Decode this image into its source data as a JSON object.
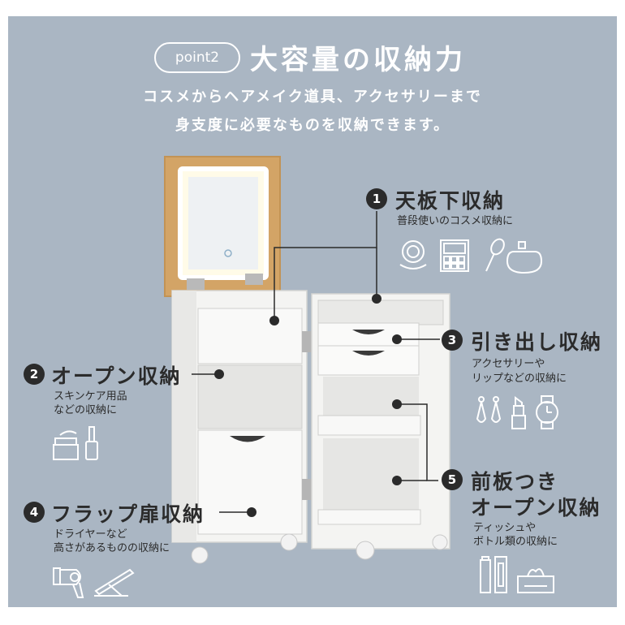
{
  "header": {
    "badge": "point2",
    "title": "大容量の収納力",
    "subtitle_line1": "コスメからヘアメイク道具、アクセサリーまで",
    "subtitle_line2": "身支度に必要なものを収納できます。"
  },
  "features": [
    {
      "number": "1",
      "title": "天板下収納",
      "desc_line1": "普段使いのコスメ収納に",
      "desc_line2": ""
    },
    {
      "number": "2",
      "title": "オープン収納",
      "desc_line1": "スキンケア用品",
      "desc_line2": "などの収納に"
    },
    {
      "number": "3",
      "title": "引き出し収納",
      "desc_line1": "アクセサリーや",
      "desc_line2": "リップなどの収納に"
    },
    {
      "number": "4",
      "title": "フラップ扉収納",
      "desc_line1": "ドライヤーなど",
      "desc_line2": "高さがあるものの収納に"
    },
    {
      "number": "5",
      "title_line1": "前板つき",
      "title_line2": "オープン収納",
      "desc_line1": "ティッシュや",
      "desc_line2": "ボトル類の収納に"
    }
  ],
  "icons": {
    "feature1": [
      "compact-mirror-icon",
      "eyeshadow-palette-icon",
      "makeup-brush-icon",
      "perfume-bottle-icon"
    ],
    "feature2": [
      "cream-jar-icon",
      "nail-polish-icon"
    ],
    "feature3": [
      "earrings-icon",
      "lipstick-icon",
      "wristwatch-icon"
    ],
    "feature4": [
      "hair-dryer-icon",
      "hair-iron-icon"
    ],
    "feature5": [
      "bottles-icon",
      "tissue-box-icon"
    ]
  },
  "colors": {
    "panel": "#aab6c3",
    "text_dark": "#2b2b2b",
    "text_light": "#ffffff",
    "wood": "#d3a466",
    "cabinet": "#f4f4f2"
  }
}
